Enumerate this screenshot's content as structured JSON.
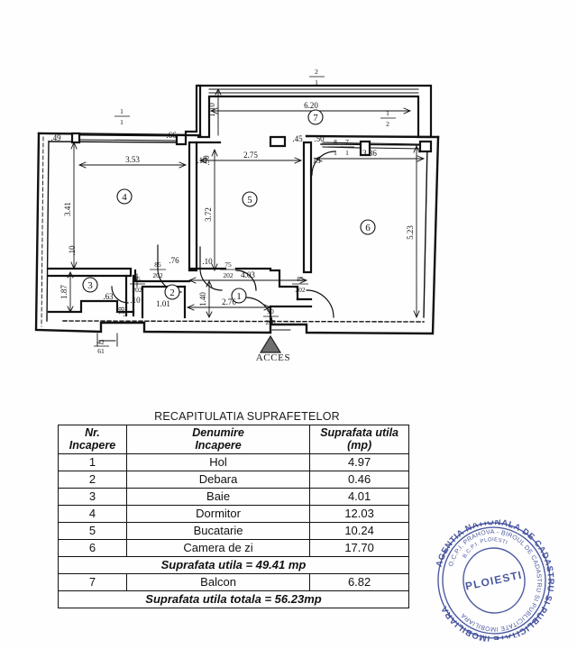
{
  "document": {
    "type": "floor-plan-cadastral",
    "acces_label": "ACCES",
    "stamp": {
      "outer_text": "AGENTIA NATIONALA DE CADASTRU SI PUBLICITATE IMOBILIARA",
      "middle_text": "O.C.P.I. PRAHOVA - BIROUL DE CADASTRU SI PUBLICITATE IMOBILIARA",
      "inner_text": "B.C.P.I. PLOIESTI",
      "center_text": "PLOIESTI",
      "color": "#2b3a8f"
    }
  },
  "plan": {
    "room_numbers": [
      "1",
      "2",
      "3",
      "4",
      "5",
      "6",
      "7"
    ],
    "dimensions": {
      "balcony_length": "6.20",
      "balcony_depth": "1.10",
      "dormitor_width": "3.53",
      "dormitor_height": "3.41",
      "bucatarie_width": "2.75",
      "bucatarie_height": "3.72",
      "camera_width": "3.36",
      "camera_height": "5.23",
      "hol_length": "4.03",
      "hol_length2": "2.76",
      "hol_depth": "1.40",
      "baie_height": "1.87",
      "baie_notch": ".63",
      "debara_width": "1.01",
      "small_66": ".66",
      "small_45": ".45",
      "small_50": ".50",
      "small_10a": ".10",
      "small_10b": ".10",
      "small_10c": ".10",
      "small_10d": ".10",
      "small_13": ".13",
      "small_76": ".76",
      "small_49": ".49",
      "small_50b": ".50"
    },
    "door_labels": [
      "85/202",
      "75/202",
      "85/202",
      "65/202",
      "90/205",
      "88/141",
      "58/141",
      "75/141",
      "56/141"
    ]
  },
  "table": {
    "title": "RECAPITULATIA SUPRAFETELOR",
    "headers": {
      "nr": "Nr.",
      "nr2": "Incapere",
      "den": "Denumire",
      "den2": "Incapere",
      "sup": "Suprafata utila",
      "sup2": "(mp)"
    },
    "rows": [
      {
        "nr": "1",
        "name": "Hol",
        "area": "4.97"
      },
      {
        "nr": "2",
        "name": "Debara",
        "area": "0.46"
      },
      {
        "nr": "3",
        "name": "Baie",
        "area": "4.01"
      },
      {
        "nr": "4",
        "name": "Dormitor",
        "area": "12.03"
      },
      {
        "nr": "5",
        "name": "Bucatarie",
        "area": "10.24"
      },
      {
        "nr": "6",
        "name": "Camera de zi",
        "area": "17.70"
      }
    ],
    "subtotal": "Suprafata utila = 49.41 mp",
    "balcony": {
      "nr": "7",
      "name": "Balcon",
      "area": "6.82"
    },
    "total": "Suprafata utila totala = 56.23mp"
  }
}
